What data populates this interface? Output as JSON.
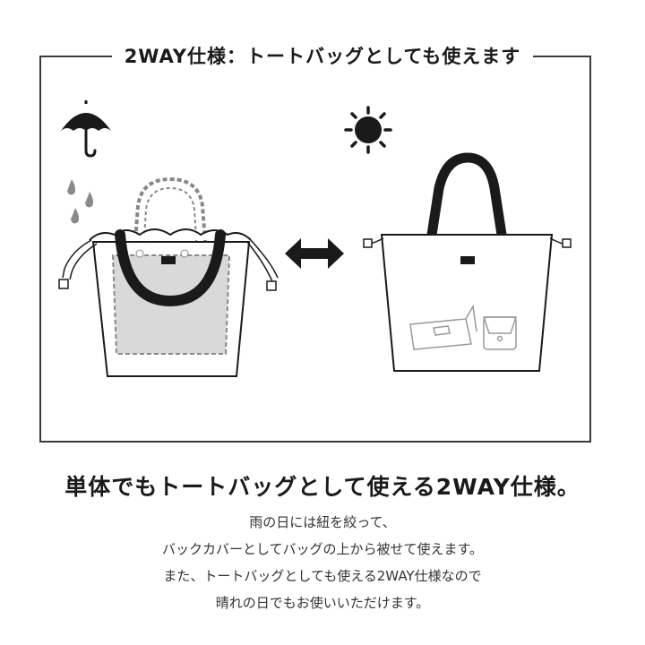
{
  "frame": {
    "title": "2WAY仕様：トートバッグとしても使えます"
  },
  "icons": {
    "rain": "umbrella-icon",
    "sun": "sun-icon",
    "swap": "double-arrow-icon"
  },
  "headline": "単体でもトートバッグとして使える2WAY仕様。",
  "description": [
    "雨の日には紐を絞って、",
    "バックカバーとしてバッグの上から被せて使えます。",
    "また、トートバッグとしても使える2WAY仕様なので",
    "晴れの日でもお使いいただけます。"
  ],
  "colors": {
    "ink": "#1a1a1a",
    "gray_fill": "#d9d9d9",
    "raindrop": "#8a8a8a"
  }
}
